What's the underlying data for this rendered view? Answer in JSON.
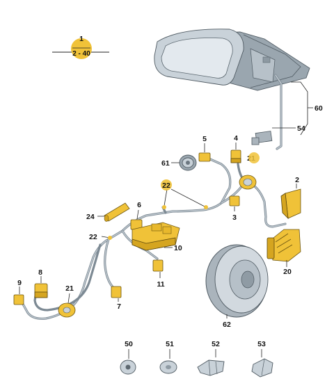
{
  "header": {
    "group_number": "1",
    "page_range": "2 - 40"
  },
  "callouts": [
    "1",
    "2",
    "3",
    "4",
    "5",
    "6",
    "7",
    "8",
    "9",
    "10",
    "11",
    "20",
    "21",
    "21",
    "22",
    "22",
    "24",
    "50",
    "51",
    "52",
    "53",
    "54",
    "60",
    "61",
    "62"
  ],
  "colors": {
    "highlight": "#f0c238",
    "metal": "#c9d2d9",
    "wire": "#7d8a94"
  }
}
